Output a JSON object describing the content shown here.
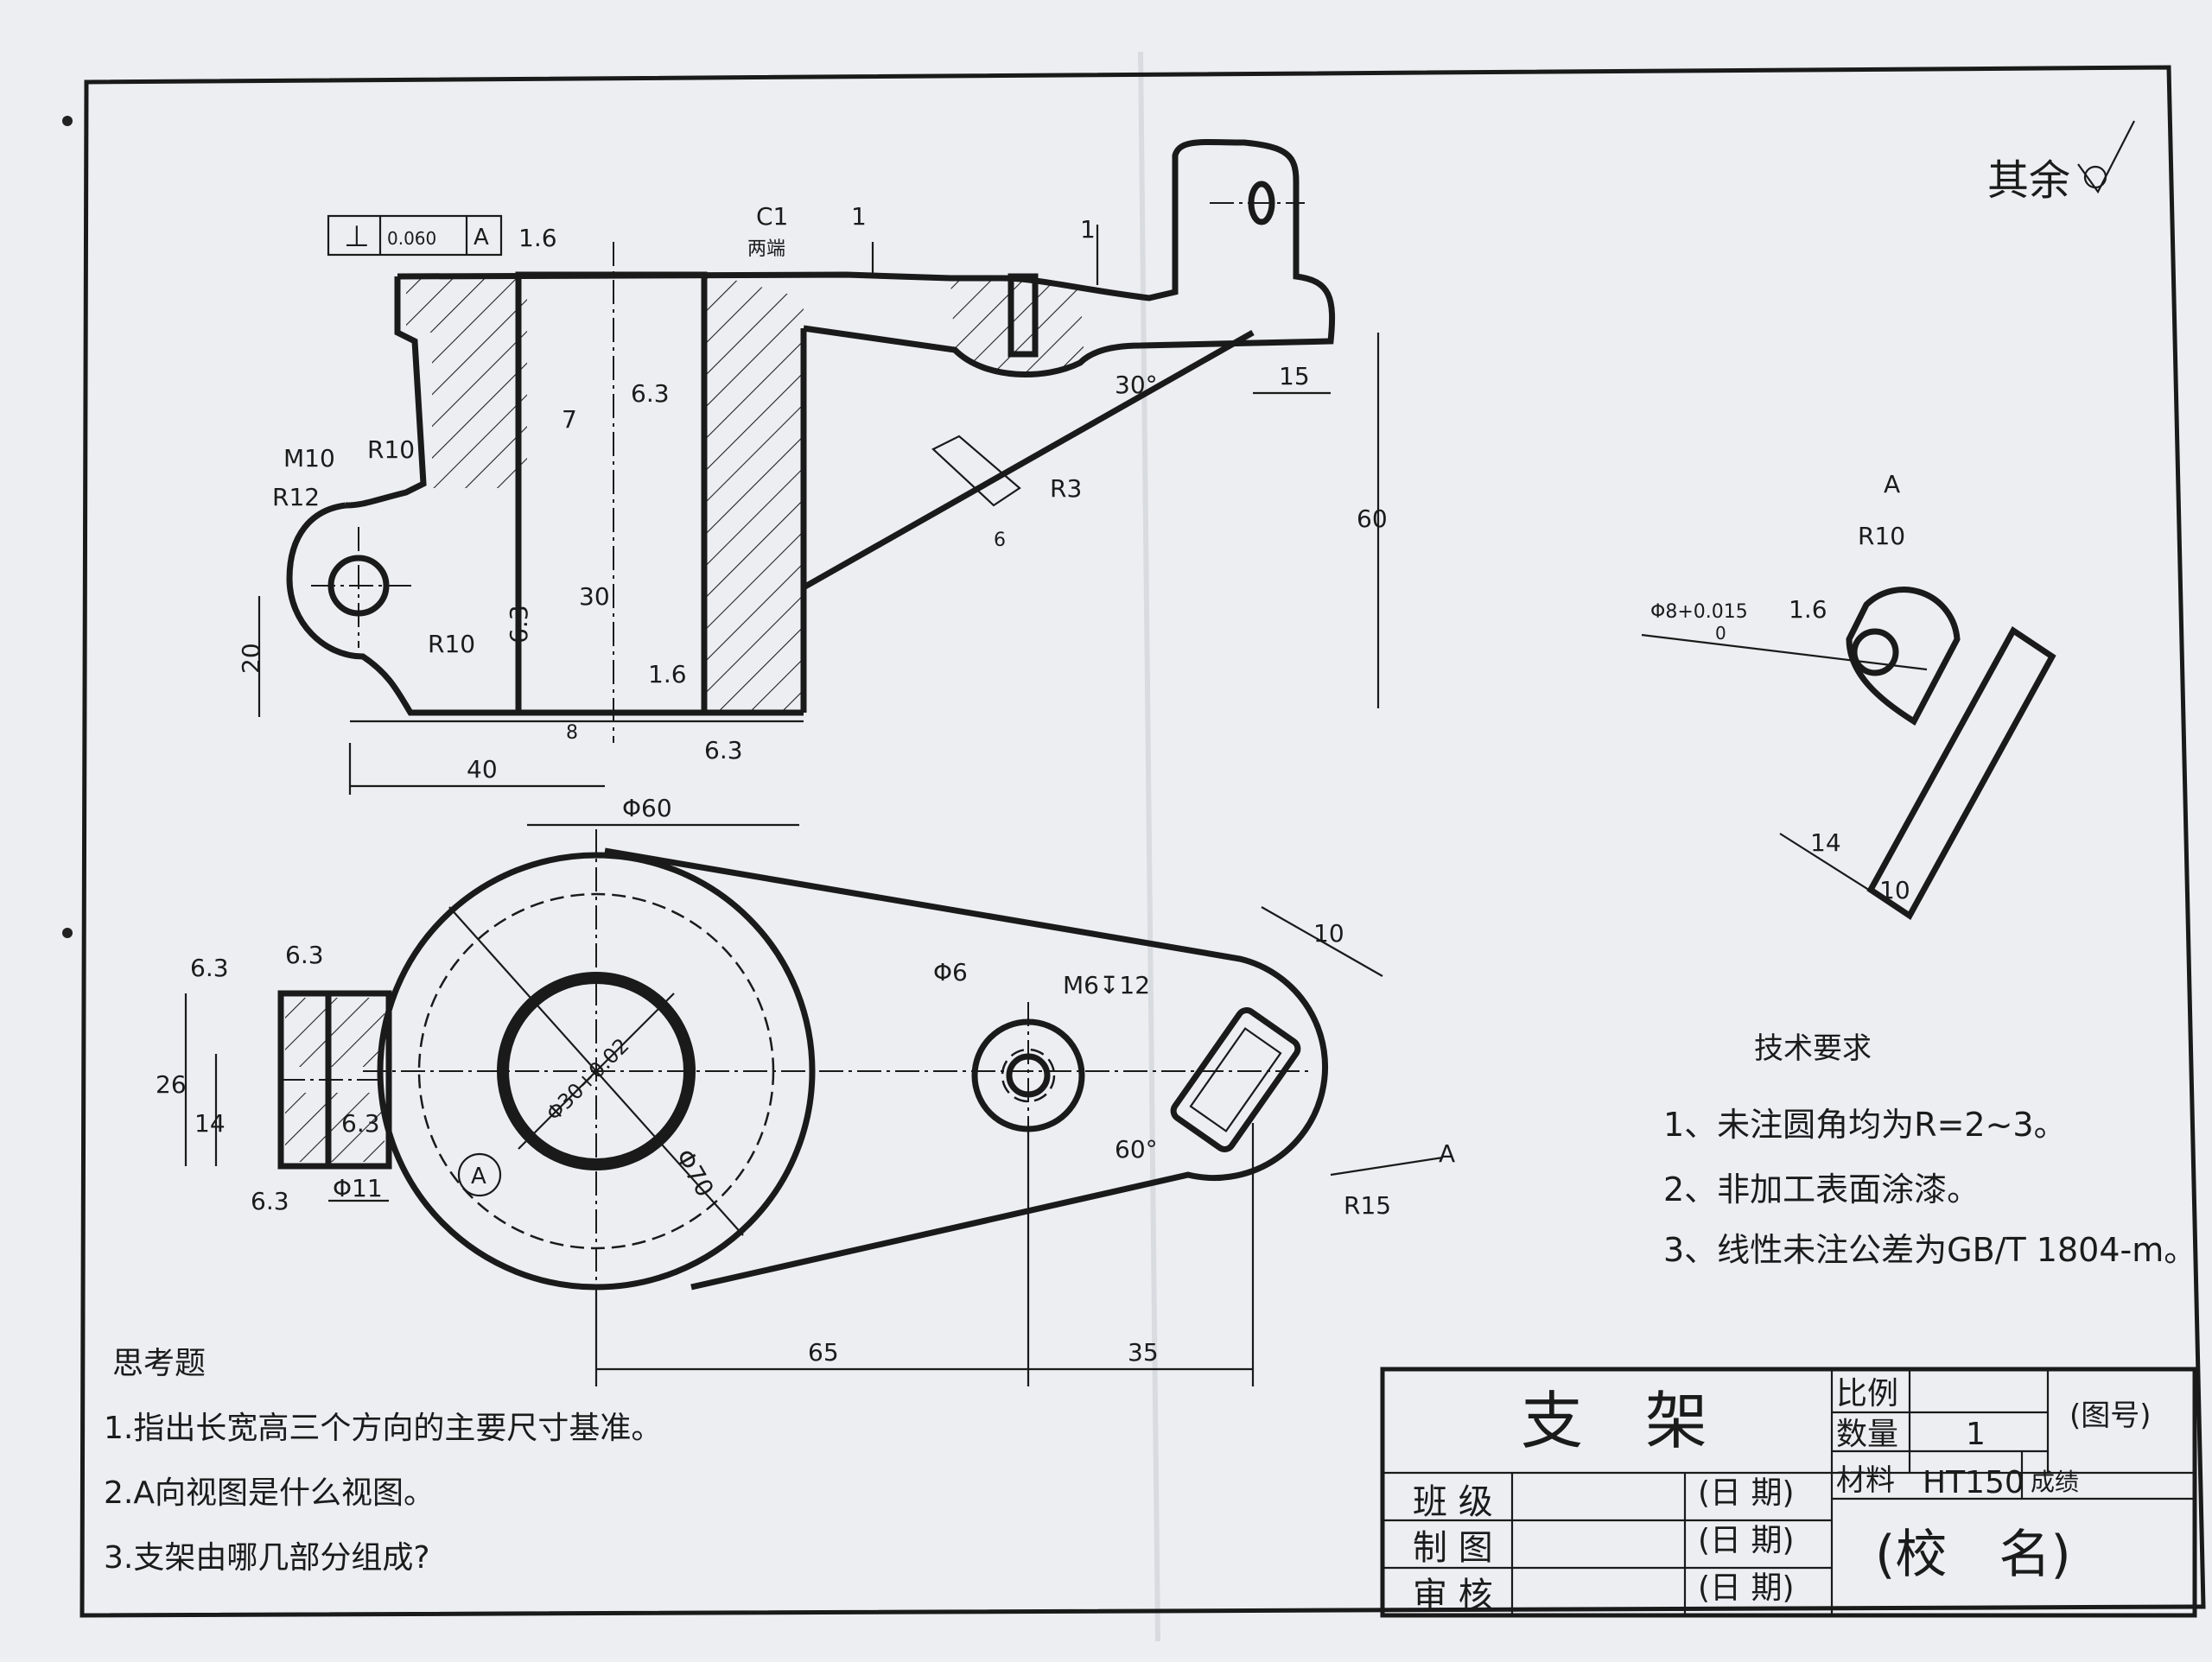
{
  "drawing": {
    "other_surfaces_label": "其余",
    "title": "支架",
    "tech_requirements": {
      "heading": "技术要求",
      "items": [
        "1、未注圆角均为R=2~3。",
        "2、非加工表面涂漆。",
        "3、线性未注公差为GB/T 1804-m。"
      ]
    },
    "questions": {
      "heading": "思考题",
      "items": [
        "1.指出长宽高三个方向的主要尺寸基准。",
        "2.A向视图是什么视图。",
        "3.支架由哪几部分组成?"
      ]
    },
    "title_block": {
      "title": "支　架",
      "scale_label": "比例",
      "qty_label": "数量",
      "qty_value": "1",
      "material_label": "材料",
      "material_value": "HT150",
      "grade_label": "成绩",
      "drawing_no": "(图号)",
      "class_label": "班 级",
      "drawn_label": "制 图",
      "checked_label": "审 核",
      "date_label": "(日 期)",
      "school": "(校　名)"
    },
    "front_view": {
      "gdt_symbol": "⊥",
      "gdt_tolerance": "0.060",
      "gdt_datum": "A",
      "dims": {
        "rough_top": "1.6",
        "chamfer": "C1",
        "chamfer_note": "两端",
        "rough_bore": "6.3",
        "m10": "M10",
        "r10_top": "R10",
        "r12": "R12",
        "r10_bottom": "R10",
        "rough_side": "6.3",
        "rough_inner": "1.6",
        "rough_bottom": "6.3",
        "dim_20": "20",
        "dim_40": "40",
        "dim_phi60": "Φ60",
        "dim_8": "8",
        "dim_7": "7",
        "dim_30": "30",
        "angle_30": "30°",
        "r3": "R3",
        "dim_6": "6",
        "dim_15": "15",
        "dim_60": "60",
        "dim_top_1": "1",
        "dim_top_1b": "1"
      }
    },
    "top_view": {
      "dims": {
        "phi6": "Φ6",
        "m6": "M6↧12",
        "dim_10": "10",
        "phi30": "Φ30+0.02",
        "phi70": "Φ70",
        "angle_60": "60°",
        "r15": "R15",
        "dim_65": "65",
        "dim_35": "35",
        "view_a_circle": "A",
        "view_a_arrow": "A"
      }
    },
    "side_view": {
      "dims": {
        "rough_a": "6.3",
        "rough_b": "6.3",
        "rough_c": "6.3",
        "rough_d": "6.3",
        "dim_26": "26",
        "dim_14": "14",
        "phi11": "Φ11"
      }
    },
    "view_a": {
      "label": "A",
      "r10": "R10",
      "phi8": "Φ8+0.015",
      "phi8_lower": "0",
      "rough": "1.6",
      "dim_14": "14",
      "dim_10": "10"
    }
  }
}
